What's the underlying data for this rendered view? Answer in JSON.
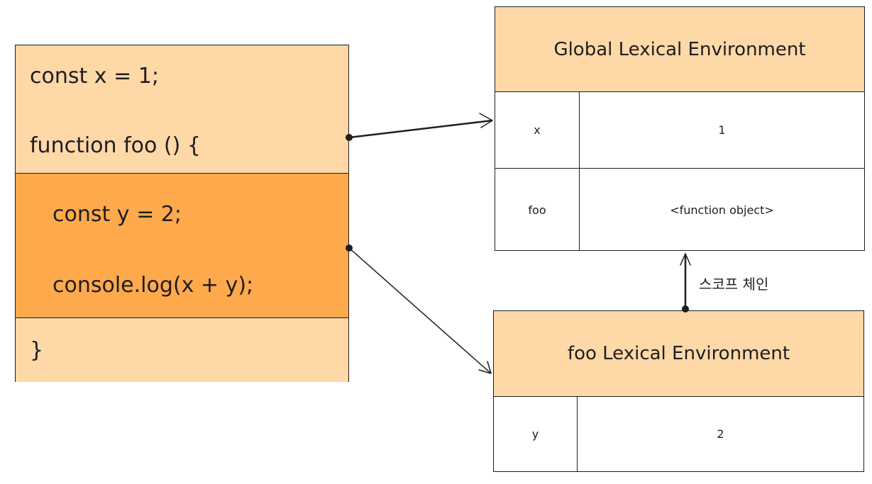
{
  "code": {
    "line1": "const x = 1;",
    "line2": "function foo () {",
    "line3": "const y = 2;",
    "line4": "console.log(x + y);",
    "line5": "}"
  },
  "global_env": {
    "title": "Global Lexical Environment",
    "rows": [
      {
        "key": "x",
        "value": "1"
      },
      {
        "key": "foo",
        "value": "<function object>"
      }
    ]
  },
  "foo_env": {
    "title": "foo Lexical Environment",
    "rows": [
      {
        "key": "y",
        "value": "2"
      }
    ]
  },
  "scope_chain_label": "스코프 체인",
  "colors": {
    "light_orange": "#ffd8a8",
    "orange": "#ffa94d",
    "stroke": "#1e1e1e"
  }
}
